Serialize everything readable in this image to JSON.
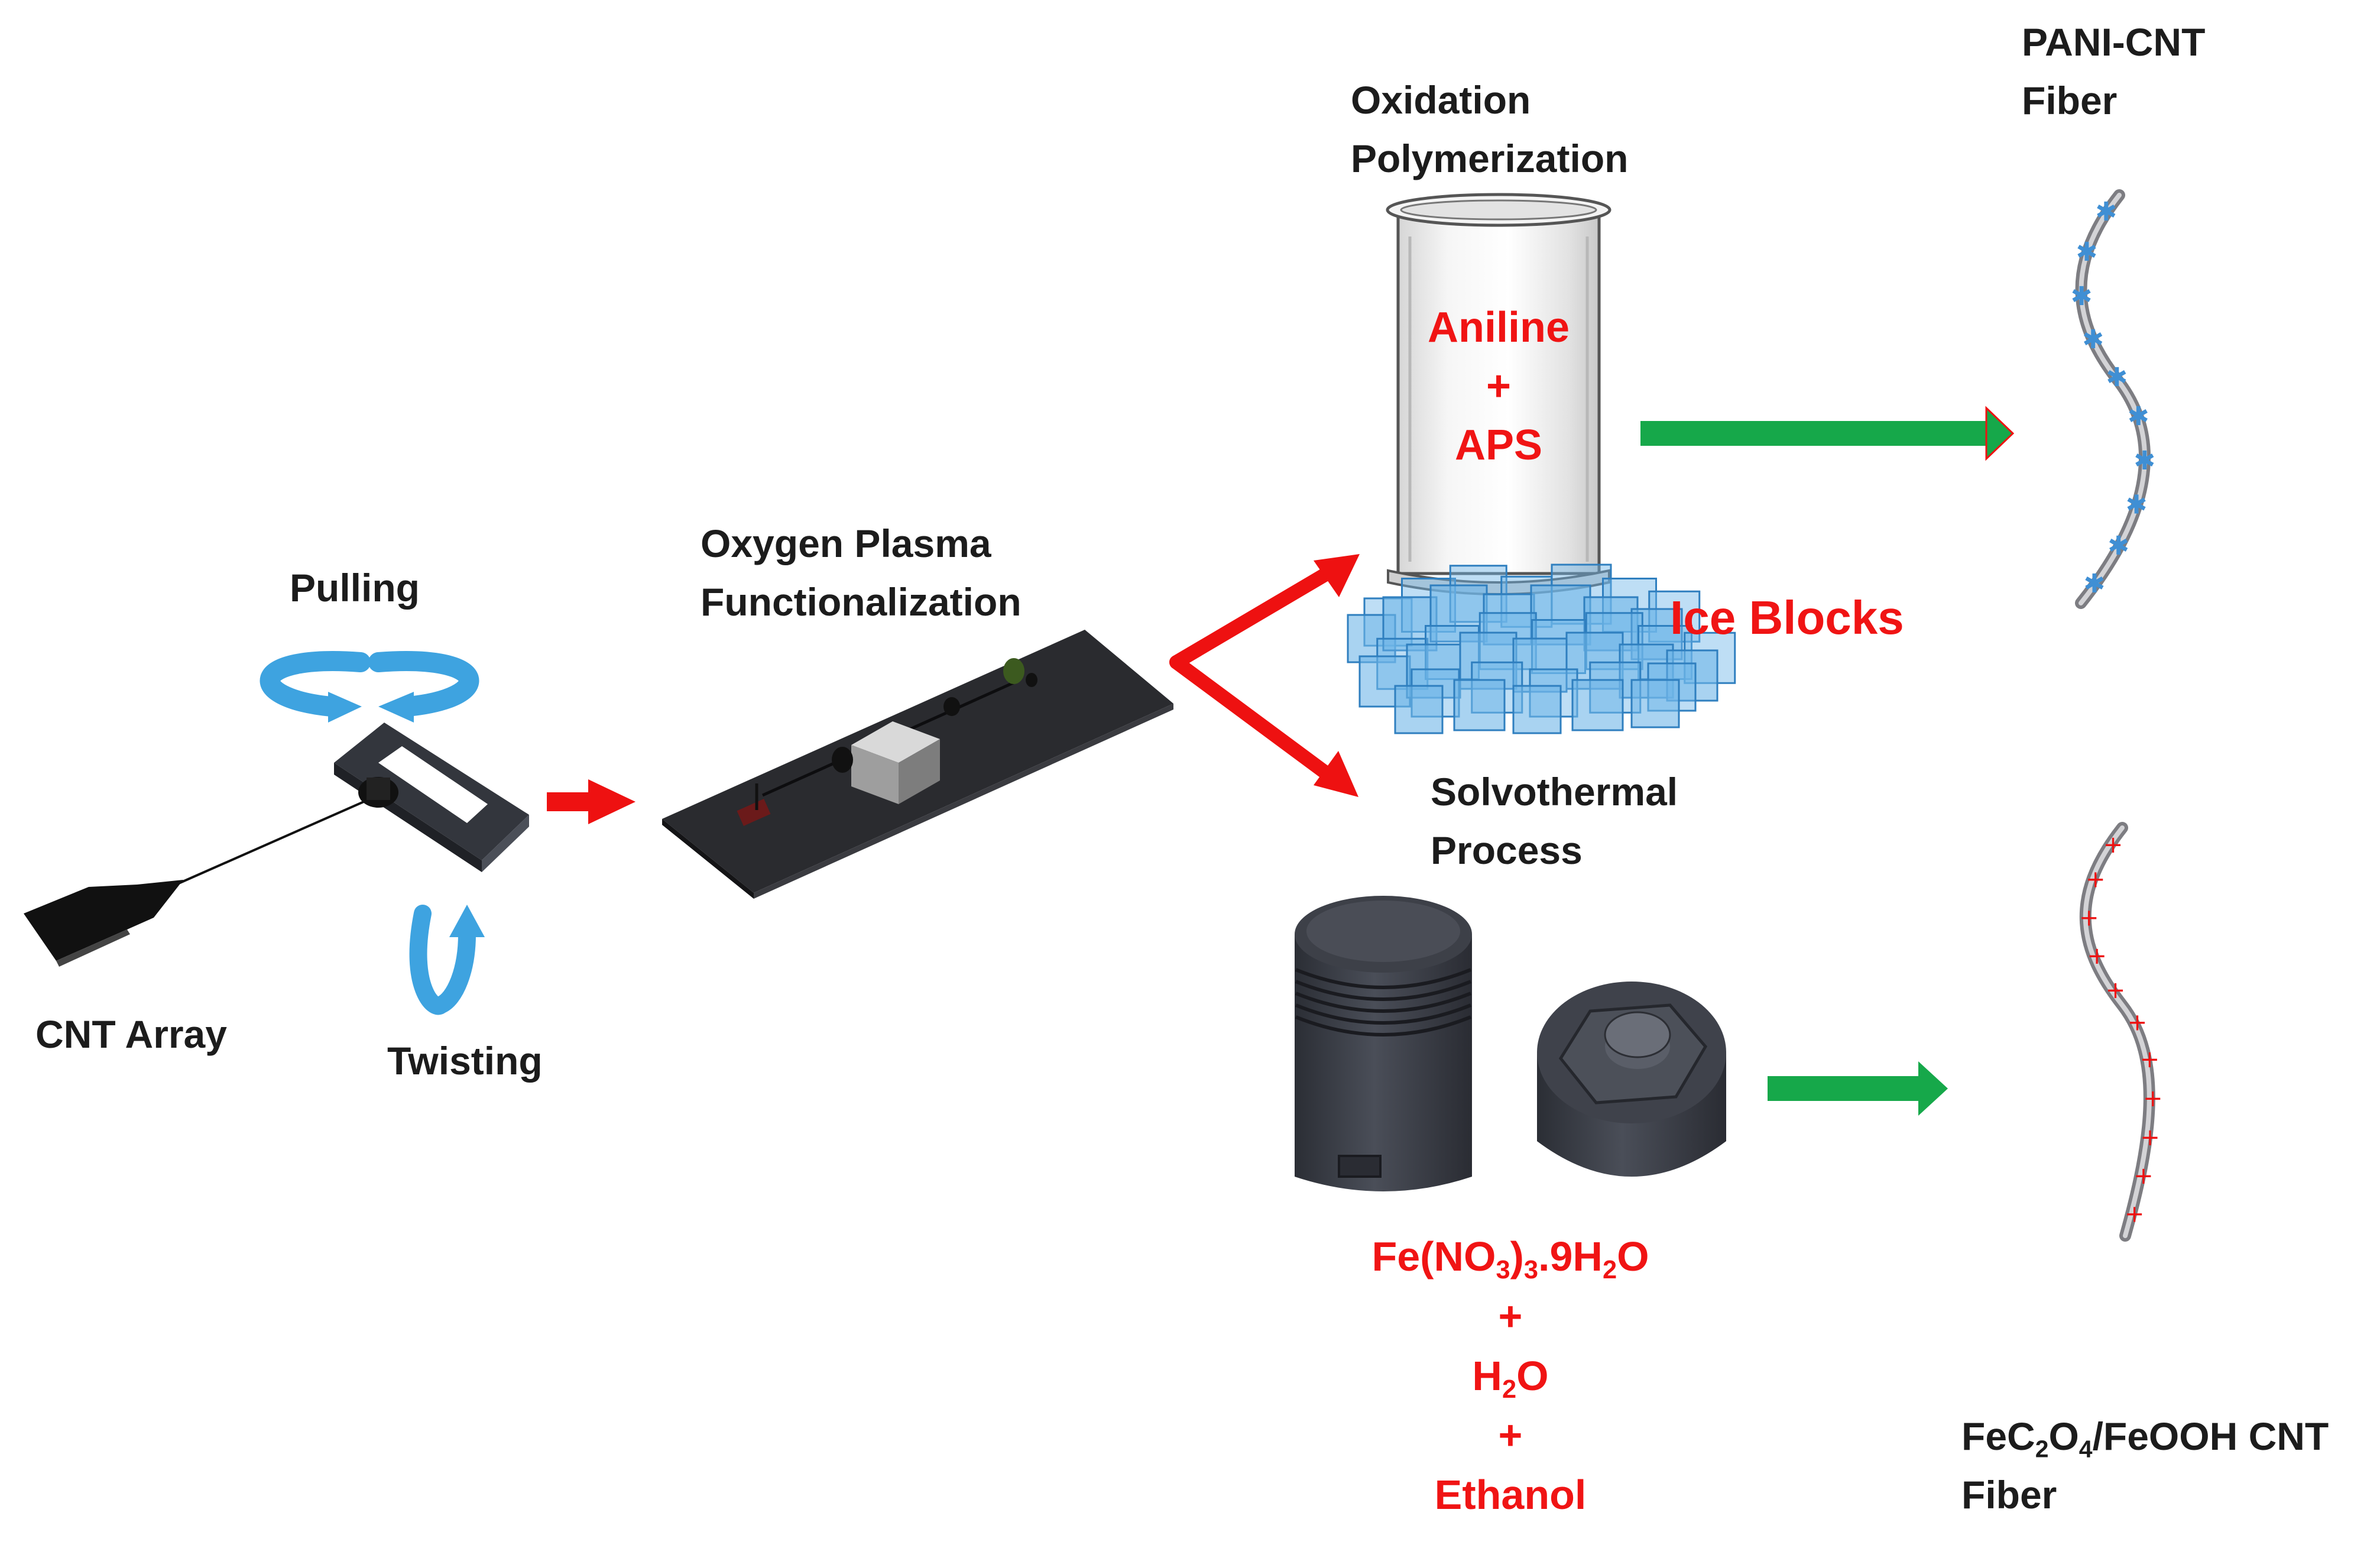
{
  "steps": {
    "cnt_array": "CNT Array",
    "pulling": "Pulling",
    "twisting": "Twisting",
    "plasma_line1": "Oxygen Plasma",
    "plasma_line2": "Functionalization",
    "oxidation_line1": "Oxidation",
    "oxidation_line2": "Polymerization",
    "solvothermal_line1": "Solvothermal",
    "solvothermal_line2": "Process"
  },
  "beaker": {
    "line1": "Aniline",
    "plus": "+",
    "line2": "APS"
  },
  "ice_blocks": "Ice Blocks",
  "solution": {
    "fe_base": "Fe(NO",
    "fe_sub1": "3",
    "fe_mid": ")",
    "fe_sub2": "3",
    "fe_rest": ".9H",
    "fe_sub3": "2",
    "fe_end": "O",
    "plus1": "+",
    "water_base": "H",
    "water_sub": "2",
    "water_end": "O",
    "plus2": "+",
    "ethanol": "Ethanol"
  },
  "products": {
    "pani_line1": "PANI-CNT",
    "pani_line2": "Fiber",
    "fe_p1": "FeC",
    "fe_s1": "2",
    "fe_p2": "O",
    "fe_s2": "4",
    "fe_p3": "/FeOOH CNT",
    "fe_line2": "Fiber"
  },
  "colors": {
    "red_arrow": "#ee1111",
    "green_arrow": "#16a84a",
    "blue_arrow": "#3ea3e0",
    "ice": "#6fb6e8",
    "dark_part": "#3a3d45",
    "fiber": "#a9a9ae"
  }
}
